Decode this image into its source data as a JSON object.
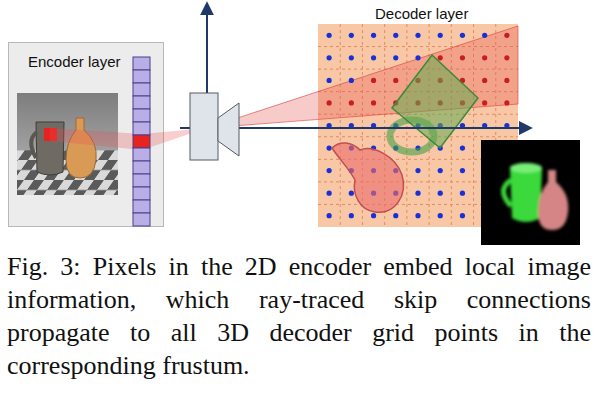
{
  "diagram": {
    "caption": "Fig. 3: Pixels in the 2D encoder embed local image information, which ray-traced skip connections propagate to all 3D decoder grid points in the corresponding frustum.",
    "nodes": [
      {
        "text": [
          "Encoder layer"
        ]
      },
      {
        "text": [
          "Decoder layer"
        ]
      }
    ]
  }
}
